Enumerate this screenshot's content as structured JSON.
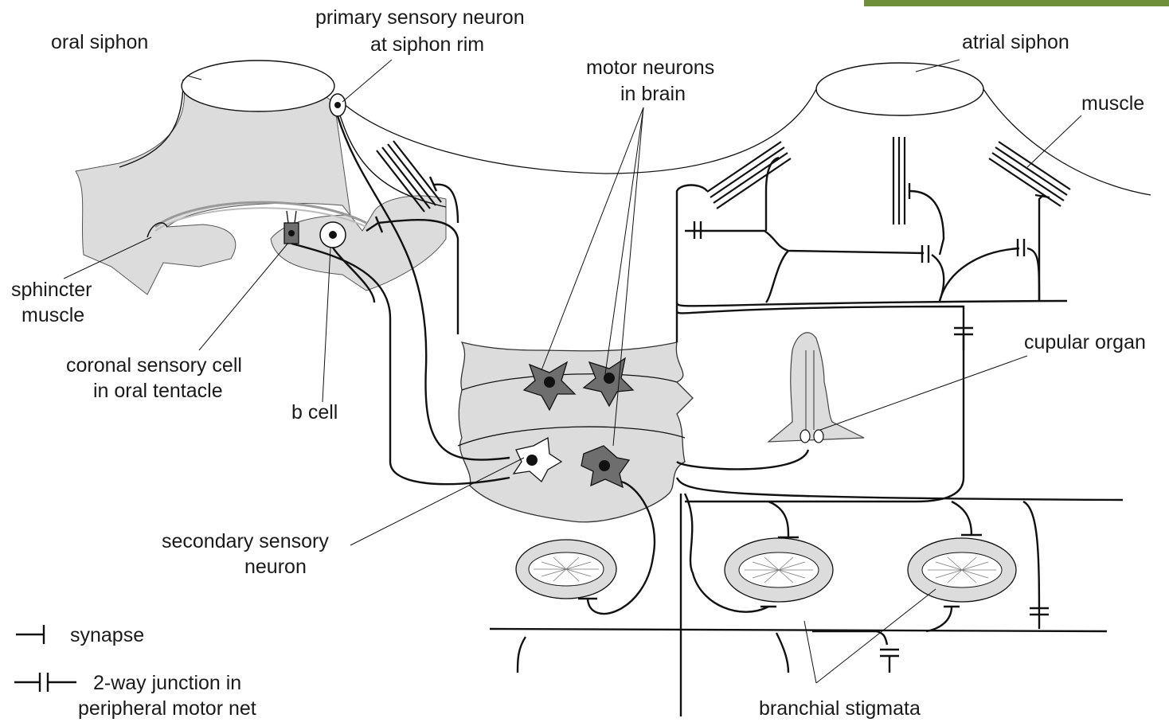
{
  "labels": {
    "oral_siphon": "oral siphon",
    "primary_sensory_line1": "primary sensory neuron",
    "primary_sensory_line2": "at siphon rim",
    "motor_neurons_line1": "motor neurons",
    "motor_neurons_line2": "in brain",
    "atrial_siphon": "atrial siphon",
    "muscle": "muscle",
    "sphincter_line1": "sphincter",
    "sphincter_line2": "muscle",
    "coronal_line1": "coronal sensory cell",
    "coronal_line2": "in oral tentacle",
    "b_cell": "b cell",
    "cupular_organ": "cupular organ",
    "secondary_line1": "secondary sensory",
    "secondary_line2": "neuron",
    "branchial_stigmata": "branchial stigmata"
  },
  "legend": {
    "synapse": "synapse",
    "junction_line1": "2-way junction in",
    "junction_line2": "peripheral motor net"
  },
  "colors": {
    "line": "#111111",
    "tissue": "#dcdcdc",
    "neuron_dark": "#6e6e6e",
    "corner_photo": "#6f8f3a"
  }
}
